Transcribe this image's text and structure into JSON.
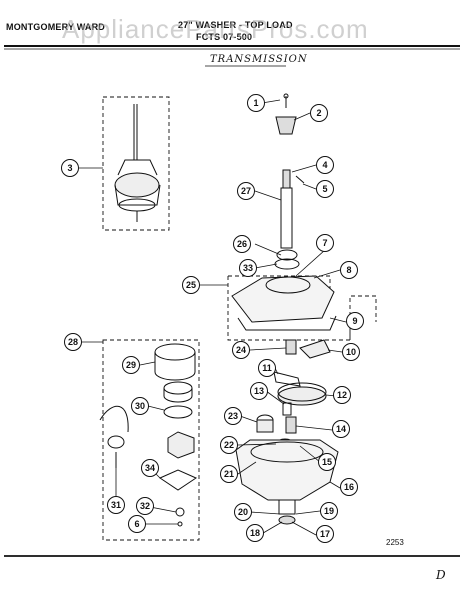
{
  "header": {
    "brand": "MONTGOMERY WARD",
    "model_desc": "27\" WASHER - TOP LOAD",
    "model_code": "FCTS 07-500",
    "section_title": "TRANSMISSION"
  },
  "watermark": "AppliancePartsPros.com",
  "figure_number": "2253",
  "corner_mark": "D",
  "callouts": [
    "1",
    "2",
    "3",
    "4",
    "5",
    "6",
    "7",
    "8",
    "9",
    "10",
    "11",
    "12",
    "13",
    "14",
    "15",
    "16",
    "17",
    "18",
    "19",
    "20",
    "21",
    "22",
    "23",
    "24",
    "25",
    "26",
    "27",
    "28",
    "29",
    "30",
    "31",
    "32",
    "33",
    "34"
  ]
}
